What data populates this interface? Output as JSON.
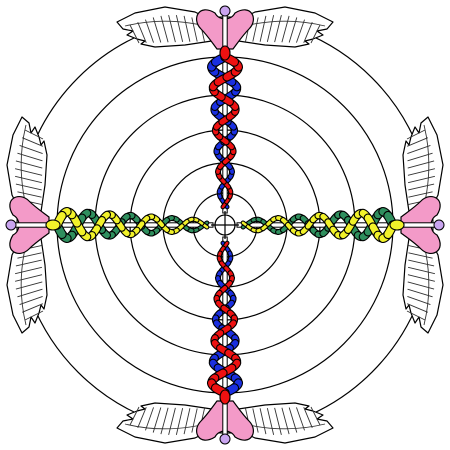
{
  "caption": "",
  "colors": {
    "background": "#ffffff",
    "outline": "#000000",
    "staff": "#ffffff",
    "wing_fill": "#ffffff",
    "feather_line": "#333333",
    "pink": "#f39ac8",
    "knob": "#c9a4ef",
    "red": "#ee1111",
    "blue": "#1a2fe0",
    "yellow": "#f2f22a",
    "green": "#2f8f5e"
  },
  "elements": {
    "rings": {
      "count": 6
    },
    "caducei": [
      {
        "name": "caduceus-top",
        "snake_colors": [
          "red",
          "blue"
        ]
      },
      {
        "name": "caduceus-bottom",
        "snake_colors": [
          "red",
          "blue"
        ]
      },
      {
        "name": "caduceus-left",
        "snake_colors": [
          "yellow",
          "green"
        ]
      },
      {
        "name": "caduceus-right",
        "snake_colors": [
          "yellow",
          "green"
        ]
      }
    ]
  }
}
